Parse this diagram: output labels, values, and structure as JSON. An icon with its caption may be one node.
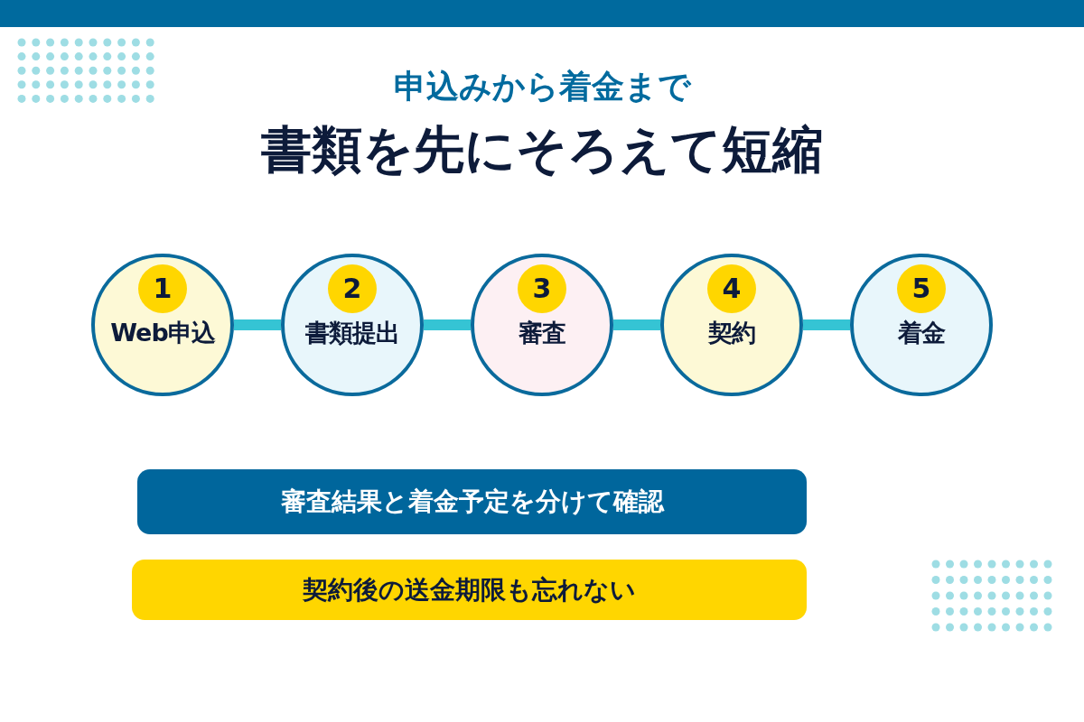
{
  "diagram": {
    "title": "書類を先にそろえて短縮",
    "nodes": [
      {
        "text": [
          "1",
          "Web申込"
        ]
      },
      {
        "text": [
          "2",
          "書類提出"
        ]
      },
      {
        "text": [
          "3",
          "審査"
        ]
      },
      {
        "text": [
          "4",
          "契約"
        ]
      },
      {
        "text": [
          "5",
          "着金"
        ]
      },
      {
        "text": [
          "審査結果と着金予定を分けて確認"
        ]
      },
      {
        "text": [
          "契約後の送金期限も忘れない"
        ]
      }
    ],
    "edges": [
      {
        "from": 0,
        "to": 1,
        "arrow": "none"
      },
      {
        "from": 1,
        "to": 2,
        "arrow": "none"
      },
      {
        "from": 2,
        "to": 3,
        "arrow": "none"
      },
      {
        "from": 3,
        "to": 4,
        "arrow": "none"
      }
    ],
    "labels": [
      "申込みから着金まで"
    ]
  }
}
